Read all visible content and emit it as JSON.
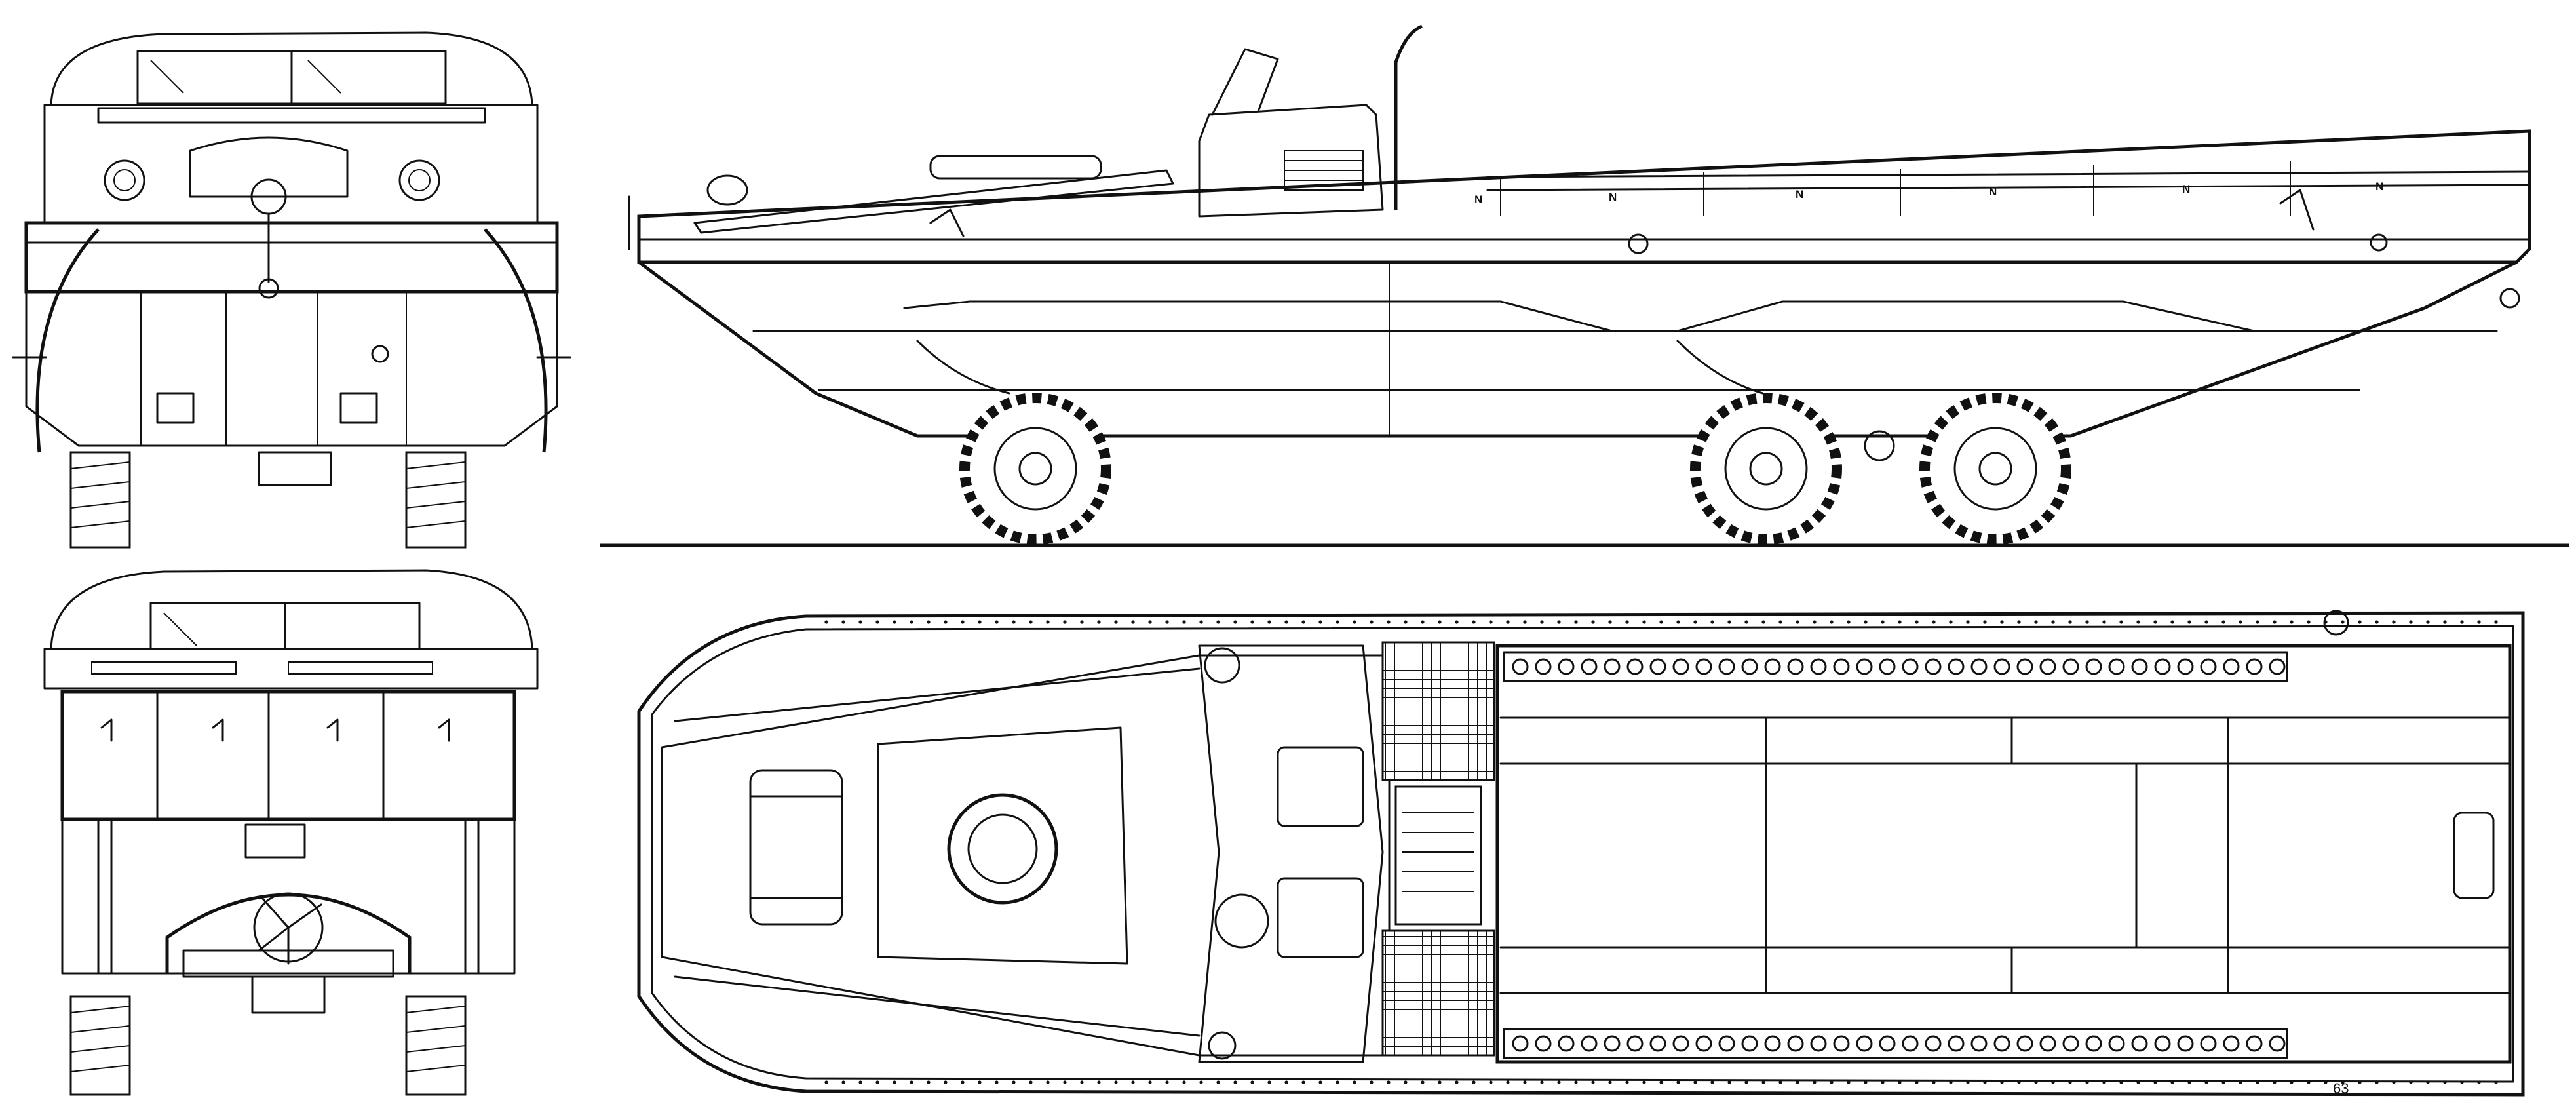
{
  "drawing": {
    "hull_marks": [
      "N",
      "N",
      "N",
      "N",
      "N",
      "N"
    ],
    "plate_number": "63"
  },
  "colors": {
    "line": "#111111",
    "paper": "#ffffff"
  },
  "views": [
    {
      "id": "front-view"
    },
    {
      "id": "rear-view"
    },
    {
      "id": "side-view"
    },
    {
      "id": "top-view"
    }
  ]
}
